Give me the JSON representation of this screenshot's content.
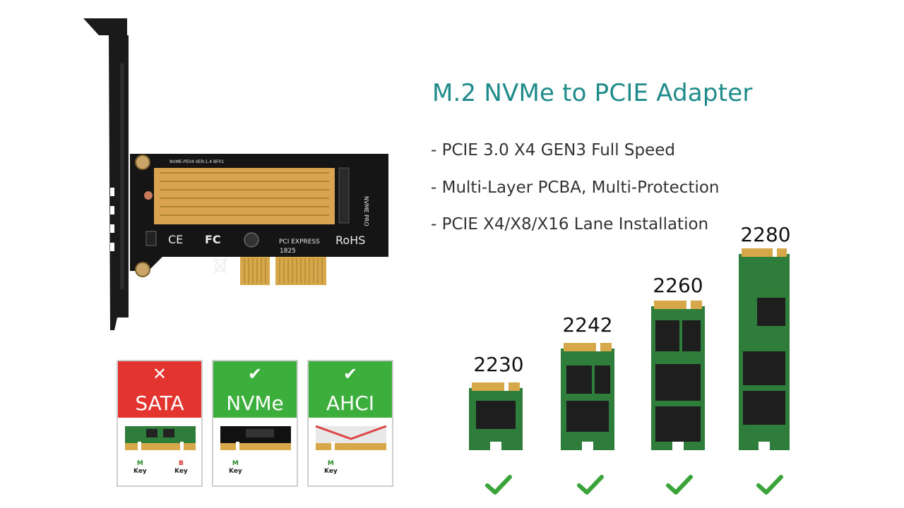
{
  "title": "M.2 NVMe to PCIE Adapter",
  "bullets": [
    "- PCIE 3.0 X4 GEN3 Full Speed",
    "- Multi-Layer PCBA, Multi-Protection",
    "- PCIE X4/X8/X16 Lane Installation"
  ],
  "card": {
    "model_text": "NVME-PE04  VER:1.4  BF01",
    "side_text": "NVME PRO",
    "ce_mark": "CE",
    "fc_mark": "FC",
    "pci_mark": "PCI EXPRESS",
    "code_text": "1825",
    "rohs_mark": "RoHS"
  },
  "compatibility": [
    {
      "name": "SATA",
      "status": "unsupported",
      "mark": "✕",
      "color": "#e3342f",
      "keys": [
        {
          "letter": "M",
          "label": "Key",
          "color": "#2a8a2a"
        },
        {
          "letter": "B",
          "label": "Key",
          "color": "#d42a2a"
        }
      ]
    },
    {
      "name": "NVMe",
      "status": "supported",
      "mark": "✔",
      "color": "#3cae3c",
      "keys": [
        {
          "letter": "M",
          "label": "Key",
          "color": "#2a8a2a"
        }
      ]
    },
    {
      "name": "AHCI",
      "status": "supported",
      "mark": "✔",
      "color": "#3cae3c",
      "keys": [
        {
          "letter": "M",
          "label": "Key",
          "color": "#2a8a2a"
        }
      ]
    }
  ],
  "ssd_sizes": [
    {
      "label": "2230",
      "supported": true
    },
    {
      "label": "2242",
      "supported": true
    },
    {
      "label": "2260",
      "supported": true
    },
    {
      "label": "2280",
      "supported": true
    }
  ],
  "colors": {
    "title": "#1e8b8a",
    "check": "#3aa43a",
    "pcb_green": "#2e7d3a",
    "gold": "#d6a84a"
  }
}
